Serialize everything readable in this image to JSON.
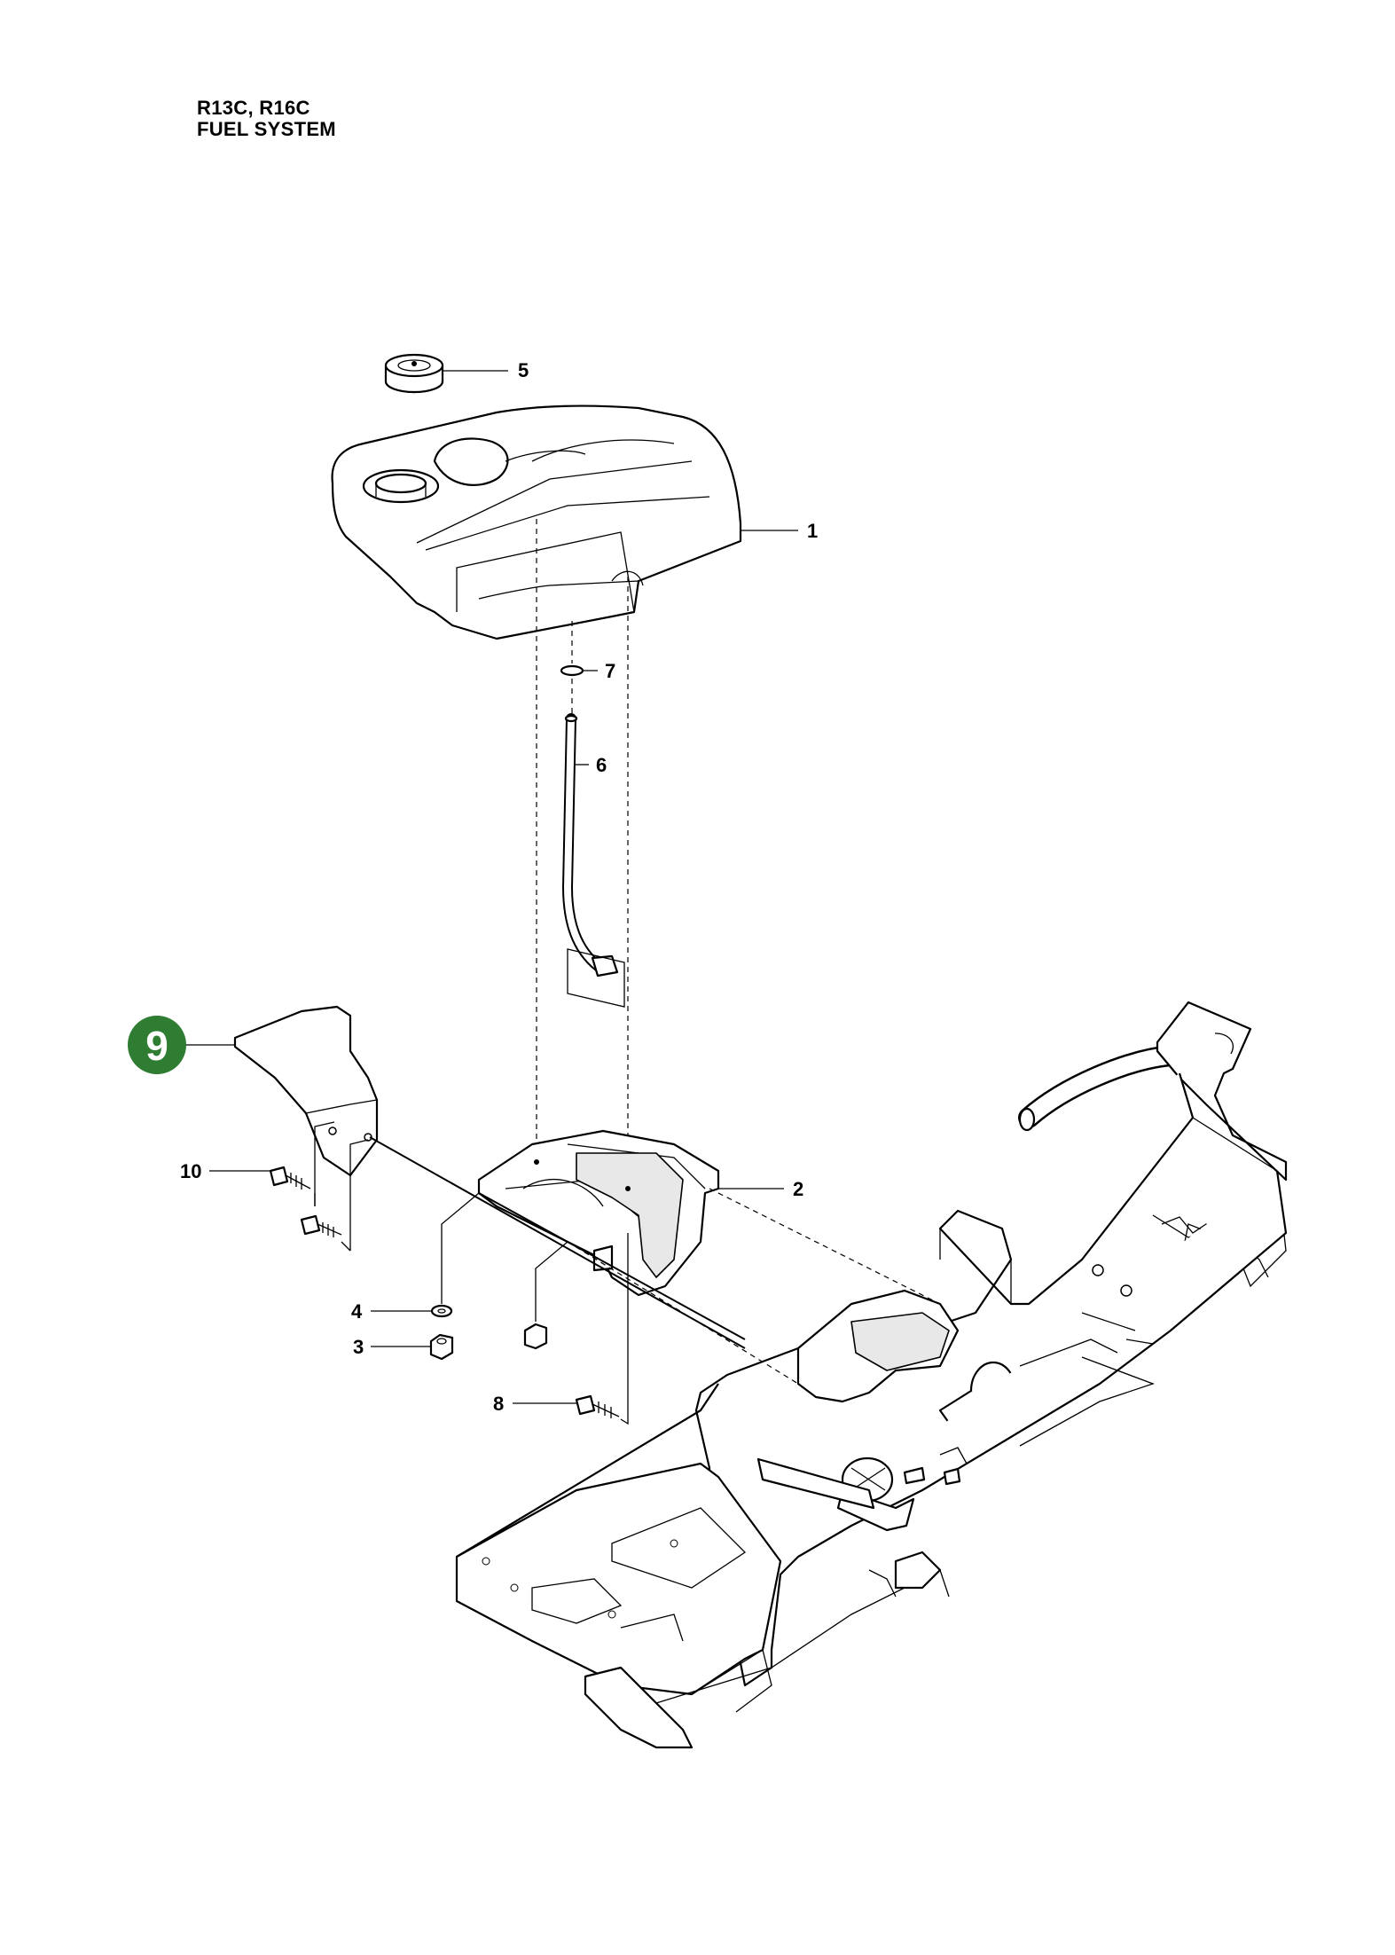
{
  "header": {
    "model": "R13C, R16C",
    "section": "FUEL SYSTEM"
  },
  "highlight": {
    "label": "9",
    "color": "#2e7d32"
  },
  "callouts": [
    {
      "id": "5",
      "label": "5"
    },
    {
      "id": "1",
      "label": "1"
    },
    {
      "id": "7",
      "label": "7"
    },
    {
      "id": "6",
      "label": "6"
    },
    {
      "id": "2",
      "label": "2"
    },
    {
      "id": "10",
      "label": "10"
    },
    {
      "id": "4",
      "label": "4"
    },
    {
      "id": "3",
      "label": "3"
    },
    {
      "id": "8",
      "label": "8"
    }
  ]
}
